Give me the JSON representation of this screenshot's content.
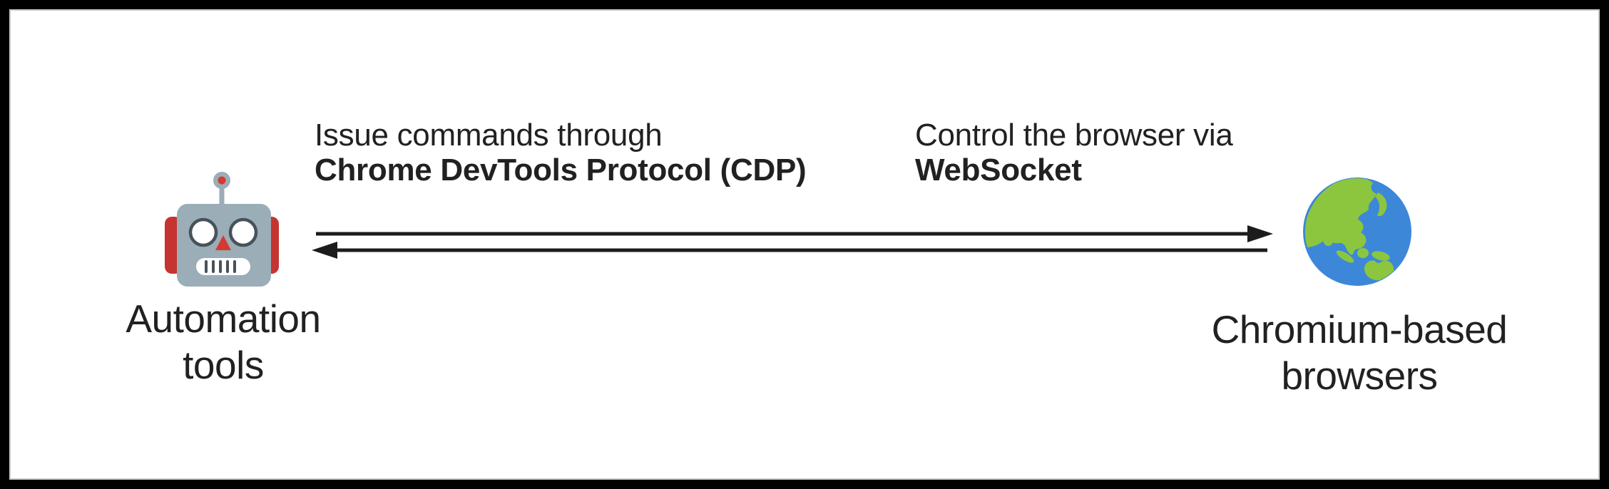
{
  "annotations": {
    "left": {
      "line1": "Issue commands through",
      "line2": "Chrome DevTools Protocol (CDP)"
    },
    "right": {
      "line1": "Control the browser via",
      "line2": "WebSocket"
    }
  },
  "nodes": {
    "left": {
      "icon": "robot-emoji",
      "label_line1": "Automation",
      "label_line2": "tools"
    },
    "right": {
      "icon": "globe-asia-australia-emoji",
      "label_line1": "Chromium-based",
      "label_line2": "browsers"
    }
  },
  "colors": {
    "background": "#ffffff",
    "frame": "#000000",
    "text": "#212121",
    "arrow": "#1c1c1c",
    "robot_head": "#9badb6",
    "robot_ear": "#c53430",
    "robot_accent": "#d43a31",
    "robot_feature": "#47525a",
    "robot_eye": "#ffffff",
    "globe_ocean": "#3d87d9",
    "globe_land": "#8cc63e"
  }
}
